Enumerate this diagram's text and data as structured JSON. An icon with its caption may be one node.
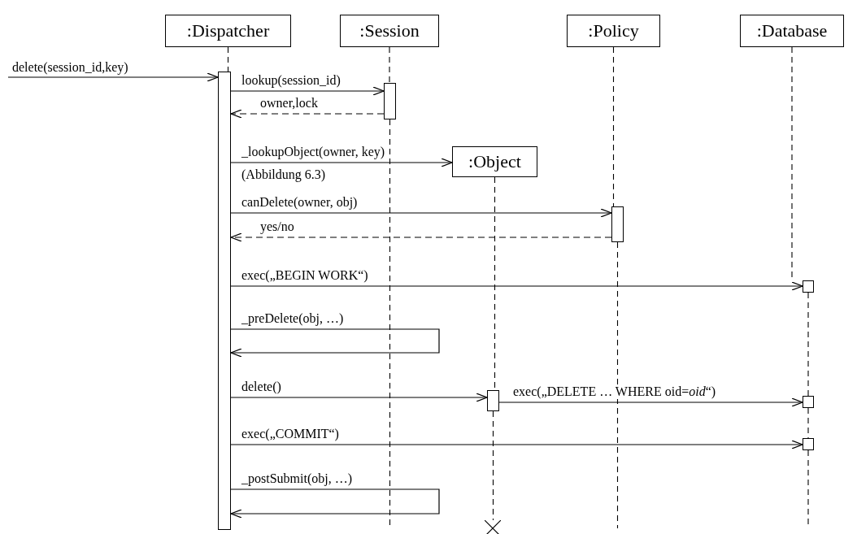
{
  "diagram": {
    "nodes": [
      {
        "text": [
          ":Dispatcher"
        ]
      },
      {
        "text": [
          ":Session"
        ]
      },
      {
        "text": [
          ":Policy"
        ]
      },
      {
        "text": [
          ":Database"
        ]
      },
      {
        "text": [
          ":Object"
        ]
      },
      {
        "text": [],
        "shape": "bar"
      },
      {
        "text": [],
        "shape": "bar"
      },
      {
        "text": [],
        "shape": "bar"
      },
      {
        "text": [],
        "shape": "box"
      },
      {
        "text": [],
        "shape": "bar"
      },
      {
        "text": [],
        "shape": "box"
      },
      {
        "text": [],
        "shape": "box"
      },
      {
        "text": [],
        "shape": "cross"
      }
    ],
    "edges": [
      {
        "from": null,
        "to": 5,
        "arrow": "to",
        "label": "delete(session_id,key)"
      },
      {
        "from": 5,
        "to": 6,
        "arrow": "to",
        "label": "lookup(session_id)"
      },
      {
        "from": 6,
        "to": 5,
        "arrow": "to",
        "label": "owner,lock",
        "style": "dashed"
      },
      {
        "from": 5,
        "to": 4,
        "arrow": "to",
        "label": "_lookupObject(owner, key)"
      },
      {
        "from": 5,
        "to": 7,
        "arrow": "to",
        "label": "canDelete(owner, obj)"
      },
      {
        "from": 7,
        "to": 5,
        "arrow": "to",
        "label": "yes/no",
        "style": "dashed"
      },
      {
        "from": 5,
        "to": 8,
        "arrow": "to",
        "label": "exec(„BEGIN WORK“)"
      },
      {
        "from": 5,
        "to": 5,
        "arrow": "to",
        "label": "_preDelete(obj, …)"
      },
      {
        "from": 5,
        "to": 9,
        "arrow": "to",
        "label": "delete()"
      },
      {
        "from": 9,
        "to": 10,
        "arrow": "to",
        "label": "exec(„DELETE … WHERE oid=*oid*“)"
      },
      {
        "from": 5,
        "to": 11,
        "arrow": "to",
        "label": "exec(„COMMIT“)"
      },
      {
        "from": 5,
        "to": 5,
        "arrow": "to",
        "label": "_postSubmit(obj, …)"
      },
      {
        "from": 0,
        "to": 5,
        "arrow": "none",
        "style": "dashed"
      },
      {
        "from": 1,
        "to": 6,
        "arrow": "none",
        "style": "dashed"
      },
      {
        "from": 6,
        "to": null,
        "arrow": "none",
        "style": "dashed"
      },
      {
        "from": 2,
        "to": 7,
        "arrow": "none",
        "style": "dashed"
      },
      {
        "from": 7,
        "to": null,
        "arrow": "none",
        "style": "dashed"
      },
      {
        "from": 3,
        "to": 8,
        "arrow": "none",
        "style": "dashed"
      },
      {
        "from": 8,
        "to": 10,
        "arrow": "none",
        "style": "dashed"
      },
      {
        "from": 10,
        "to": 11,
        "arrow": "none",
        "style": "dashed"
      },
      {
        "from": 11,
        "to": null,
        "arrow": "none",
        "style": "dashed"
      },
      {
        "from": 4,
        "to": 9,
        "arrow": "none",
        "style": "dashed"
      },
      {
        "from": 9,
        "to": 12,
        "arrow": "none",
        "style": "dashed"
      }
    ],
    "labels": [
      "(Abbildung 6.3)"
    ]
  }
}
